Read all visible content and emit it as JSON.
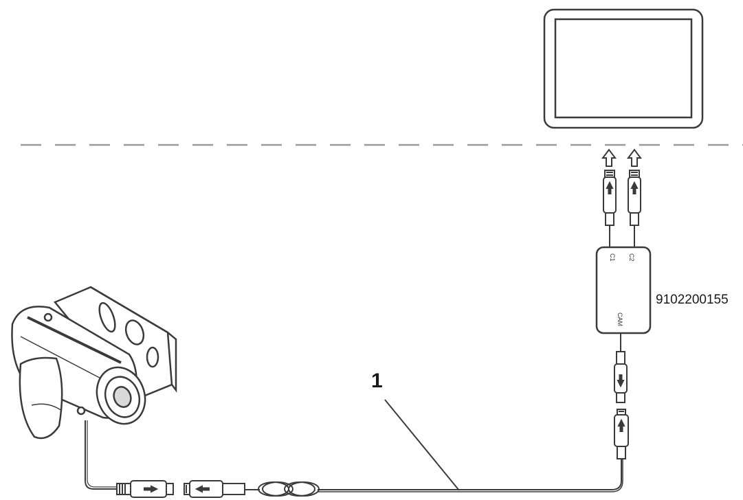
{
  "labels": {
    "part_number": "9102200155",
    "callout": "1",
    "splitter_port_1": "C1",
    "splitter_port_2": "C2",
    "splitter_port_cam": "CAM"
  },
  "colors": {
    "line": "#3a3a3a",
    "dashed_divider": "#9a9a9a",
    "fill": "#ffffff",
    "shade": "#d9d9d9"
  }
}
